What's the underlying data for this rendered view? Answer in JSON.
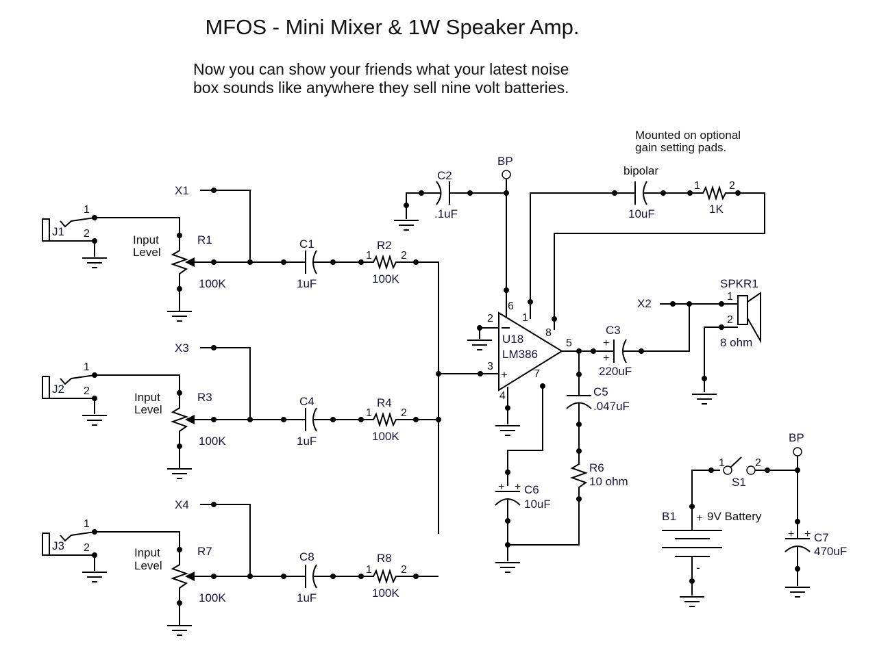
{
  "title": "MFOS - Mini Mixer & 1W Speaker Amp.",
  "subtitle": [
    "Now you can show your friends what your latest noise",
    "box sounds like anywhere they sell nine volt batteries."
  ],
  "note": [
    "Mounted on optional",
    "gain setting pads."
  ],
  "channels": [
    {
      "jack": "J1",
      "pot": "R1",
      "pot_value": "100K",
      "pot_label": [
        "Input",
        "Level"
      ],
      "aux": "X1",
      "cap": "C1",
      "cap_value": "1uF",
      "res": "R2",
      "res_value": "100K"
    },
    {
      "jack": "J2",
      "pot": "R3",
      "pot_value": "100K",
      "pot_label": [
        "Input",
        "Level"
      ],
      "aux": "X3",
      "cap": "C4",
      "cap_value": "1uF",
      "res": "R4",
      "res_value": "100K"
    },
    {
      "jack": "J3",
      "pot": "R7",
      "pot_value": "100K",
      "pot_label": [
        "Input",
        "Level"
      ],
      "aux": "X4",
      "cap": "C8",
      "cap_value": "1uF",
      "res": "R8",
      "res_value": "100K"
    }
  ],
  "amp": {
    "ref": "U18",
    "part": "LM386",
    "pins": [
      "2",
      "3",
      "4",
      "6",
      "1",
      "8",
      "5",
      "7"
    ]
  },
  "bypass": {
    "ref": "C2",
    "value": ".1uF",
    "supply": "BP"
  },
  "gain": {
    "cap_type": "bipolar",
    "cap_value": "10uF",
    "res_value": "1K"
  },
  "output": {
    "cap": "C3",
    "cap_value": "220uF",
    "aux": "X2",
    "speaker": "SPKR1",
    "speaker_value": "8 ohm"
  },
  "zobel": {
    "cap": "C5",
    "cap_value": ".047uF",
    "res": "R6",
    "res_value": "10 ohm"
  },
  "pin7cap": {
    "ref": "C6",
    "value": "10uF"
  },
  "power": {
    "battery": "B1",
    "battery_label": "9V Battery",
    "switch": "S1",
    "supply": "BP",
    "cap": "C7",
    "cap_value": "470uF",
    "plus": "+",
    "minus": "-"
  },
  "pin_labels": {
    "one": "1",
    "two": "2",
    "three": "3",
    "plus": "+"
  }
}
